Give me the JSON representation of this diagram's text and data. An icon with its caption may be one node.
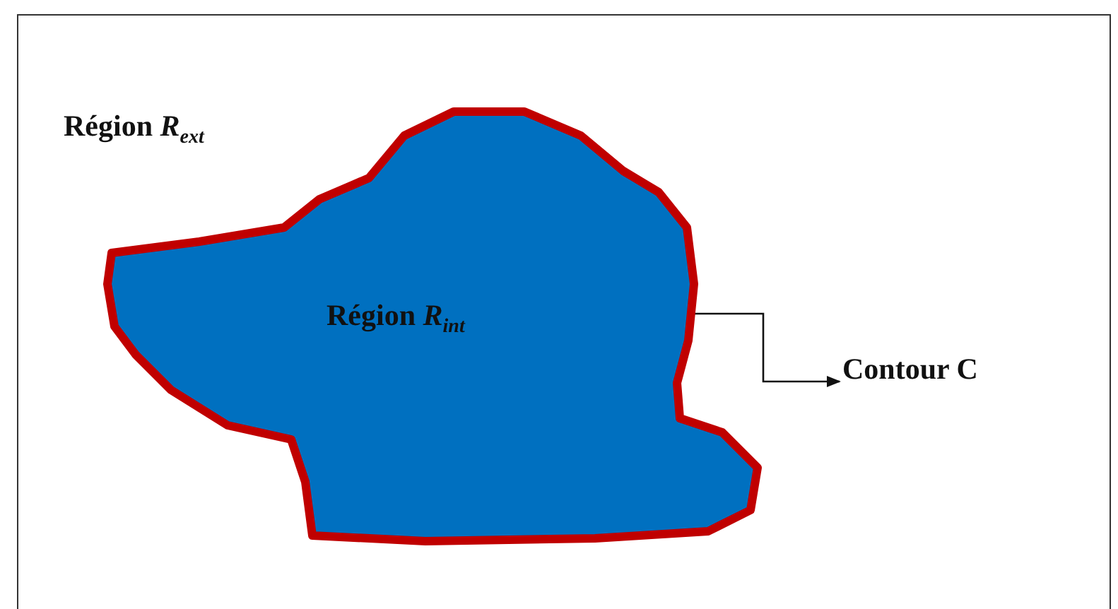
{
  "diagram": {
    "nodes": [
      {
        "text": [
          "Région *R*$_{ext}$"
        ]
      },
      {
        "text": [
          "Région *R*$_{int}$"
        ],
        "in": 0
      },
      {
        "text": [
          "Contour C"
        ],
        "in": 0
      }
    ],
    "edges": [
      {
        "from": 1,
        "to": 2,
        "arrow": "to"
      }
    ]
  }
}
